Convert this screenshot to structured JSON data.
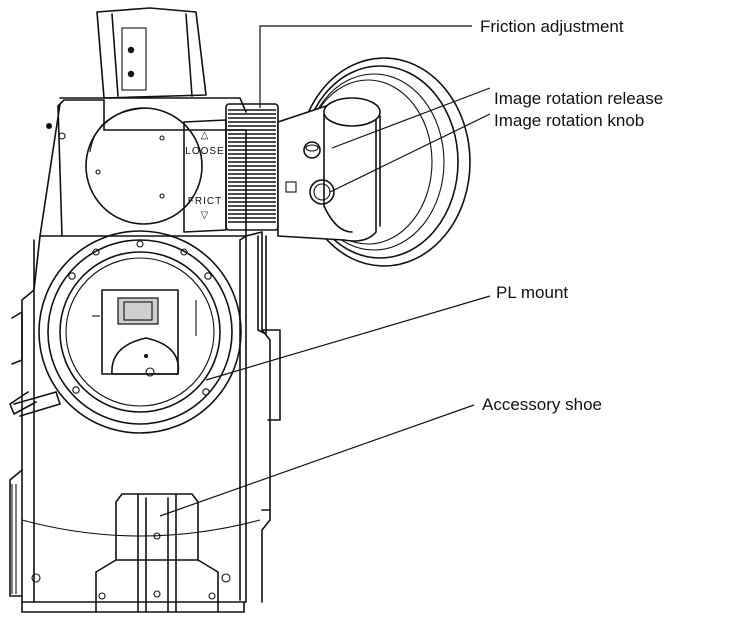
{
  "callouts": [
    {
      "id": "friction",
      "label": "Friction adjustment"
    },
    {
      "id": "release",
      "label": "Image rotation release"
    },
    {
      "id": "knob",
      "label": "Image rotation knob"
    },
    {
      "id": "mount",
      "label": "PL mount"
    },
    {
      "id": "shoe",
      "label": "Accessory shoe"
    }
  ],
  "knob_markings": {
    "loose": "LOOSE",
    "frict": "FRICT",
    "up_arrow": "△",
    "down_arrow": "▽"
  }
}
